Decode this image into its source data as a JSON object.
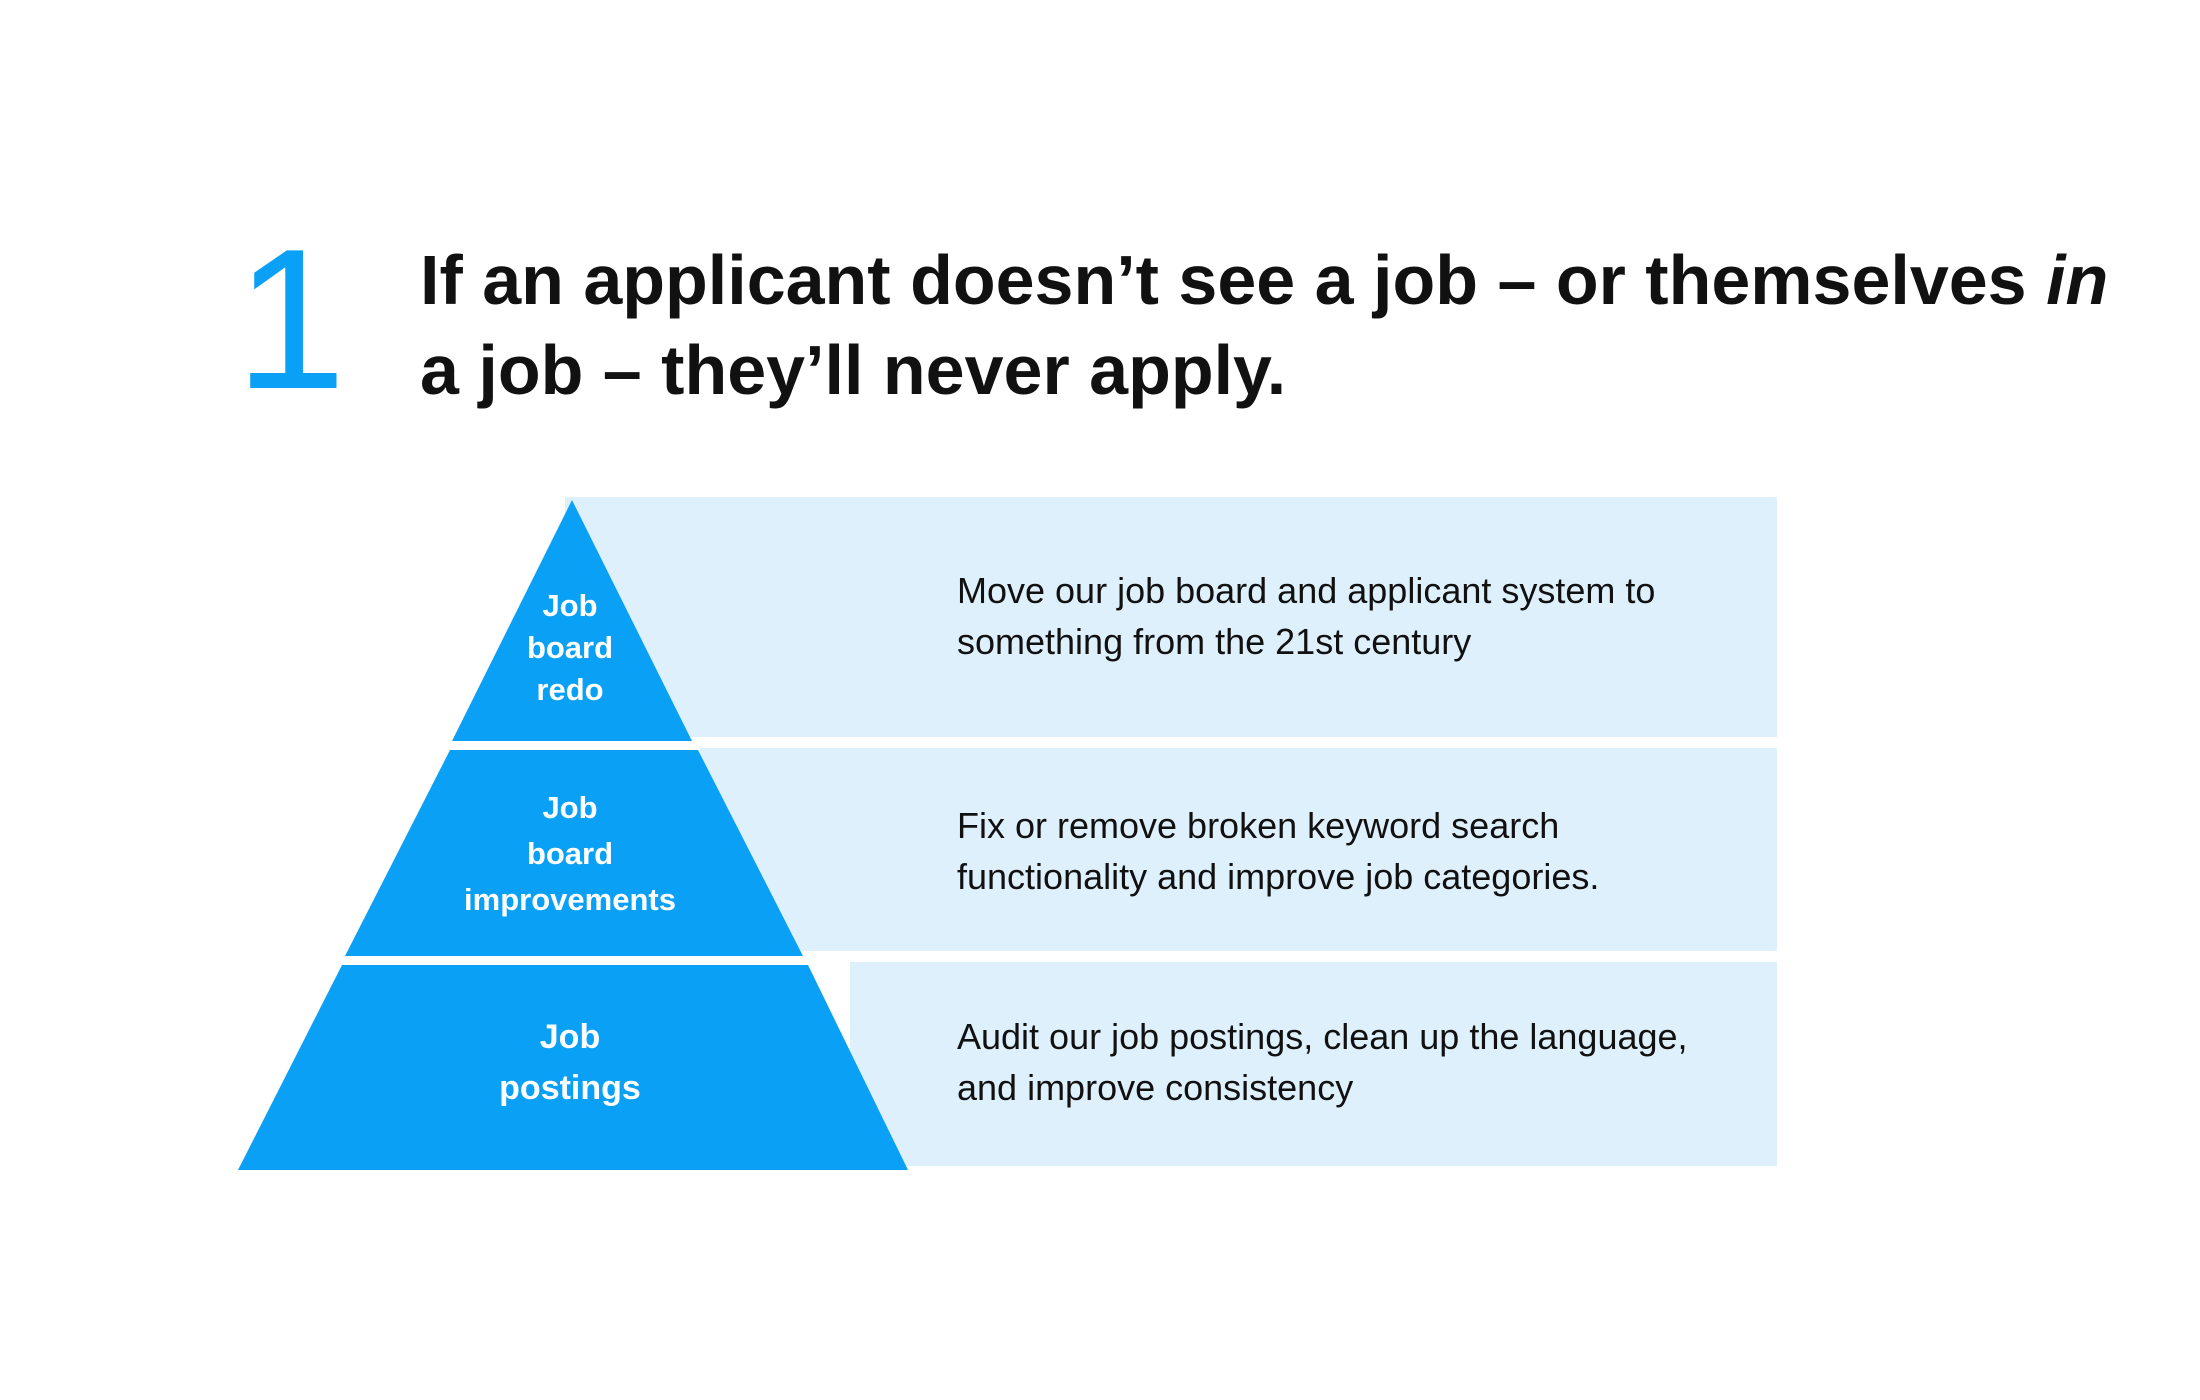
{
  "slide": {
    "number": "1",
    "headline_part1": "If an applicant doesn’t see a job – or themselves ",
    "headline_emphasis": "in",
    "headline_part2": " a job – they’ll never apply."
  },
  "pyramid": {
    "tiers": [
      {
        "label": "Job\nboard\nredo",
        "description": "Move our job board and applicant system to something from the 21st century"
      },
      {
        "label": "Job\nboard\nimprovements",
        "description": "Fix or remove broken keyword search functionality and improve job categories."
      },
      {
        "label": "Job\npostings",
        "description": "Audit our job postings, clean up the language, and improve consistency"
      }
    ]
  },
  "colors": {
    "accent": "#0aa0f5",
    "band": "#dff0fd",
    "text": "#111111"
  }
}
